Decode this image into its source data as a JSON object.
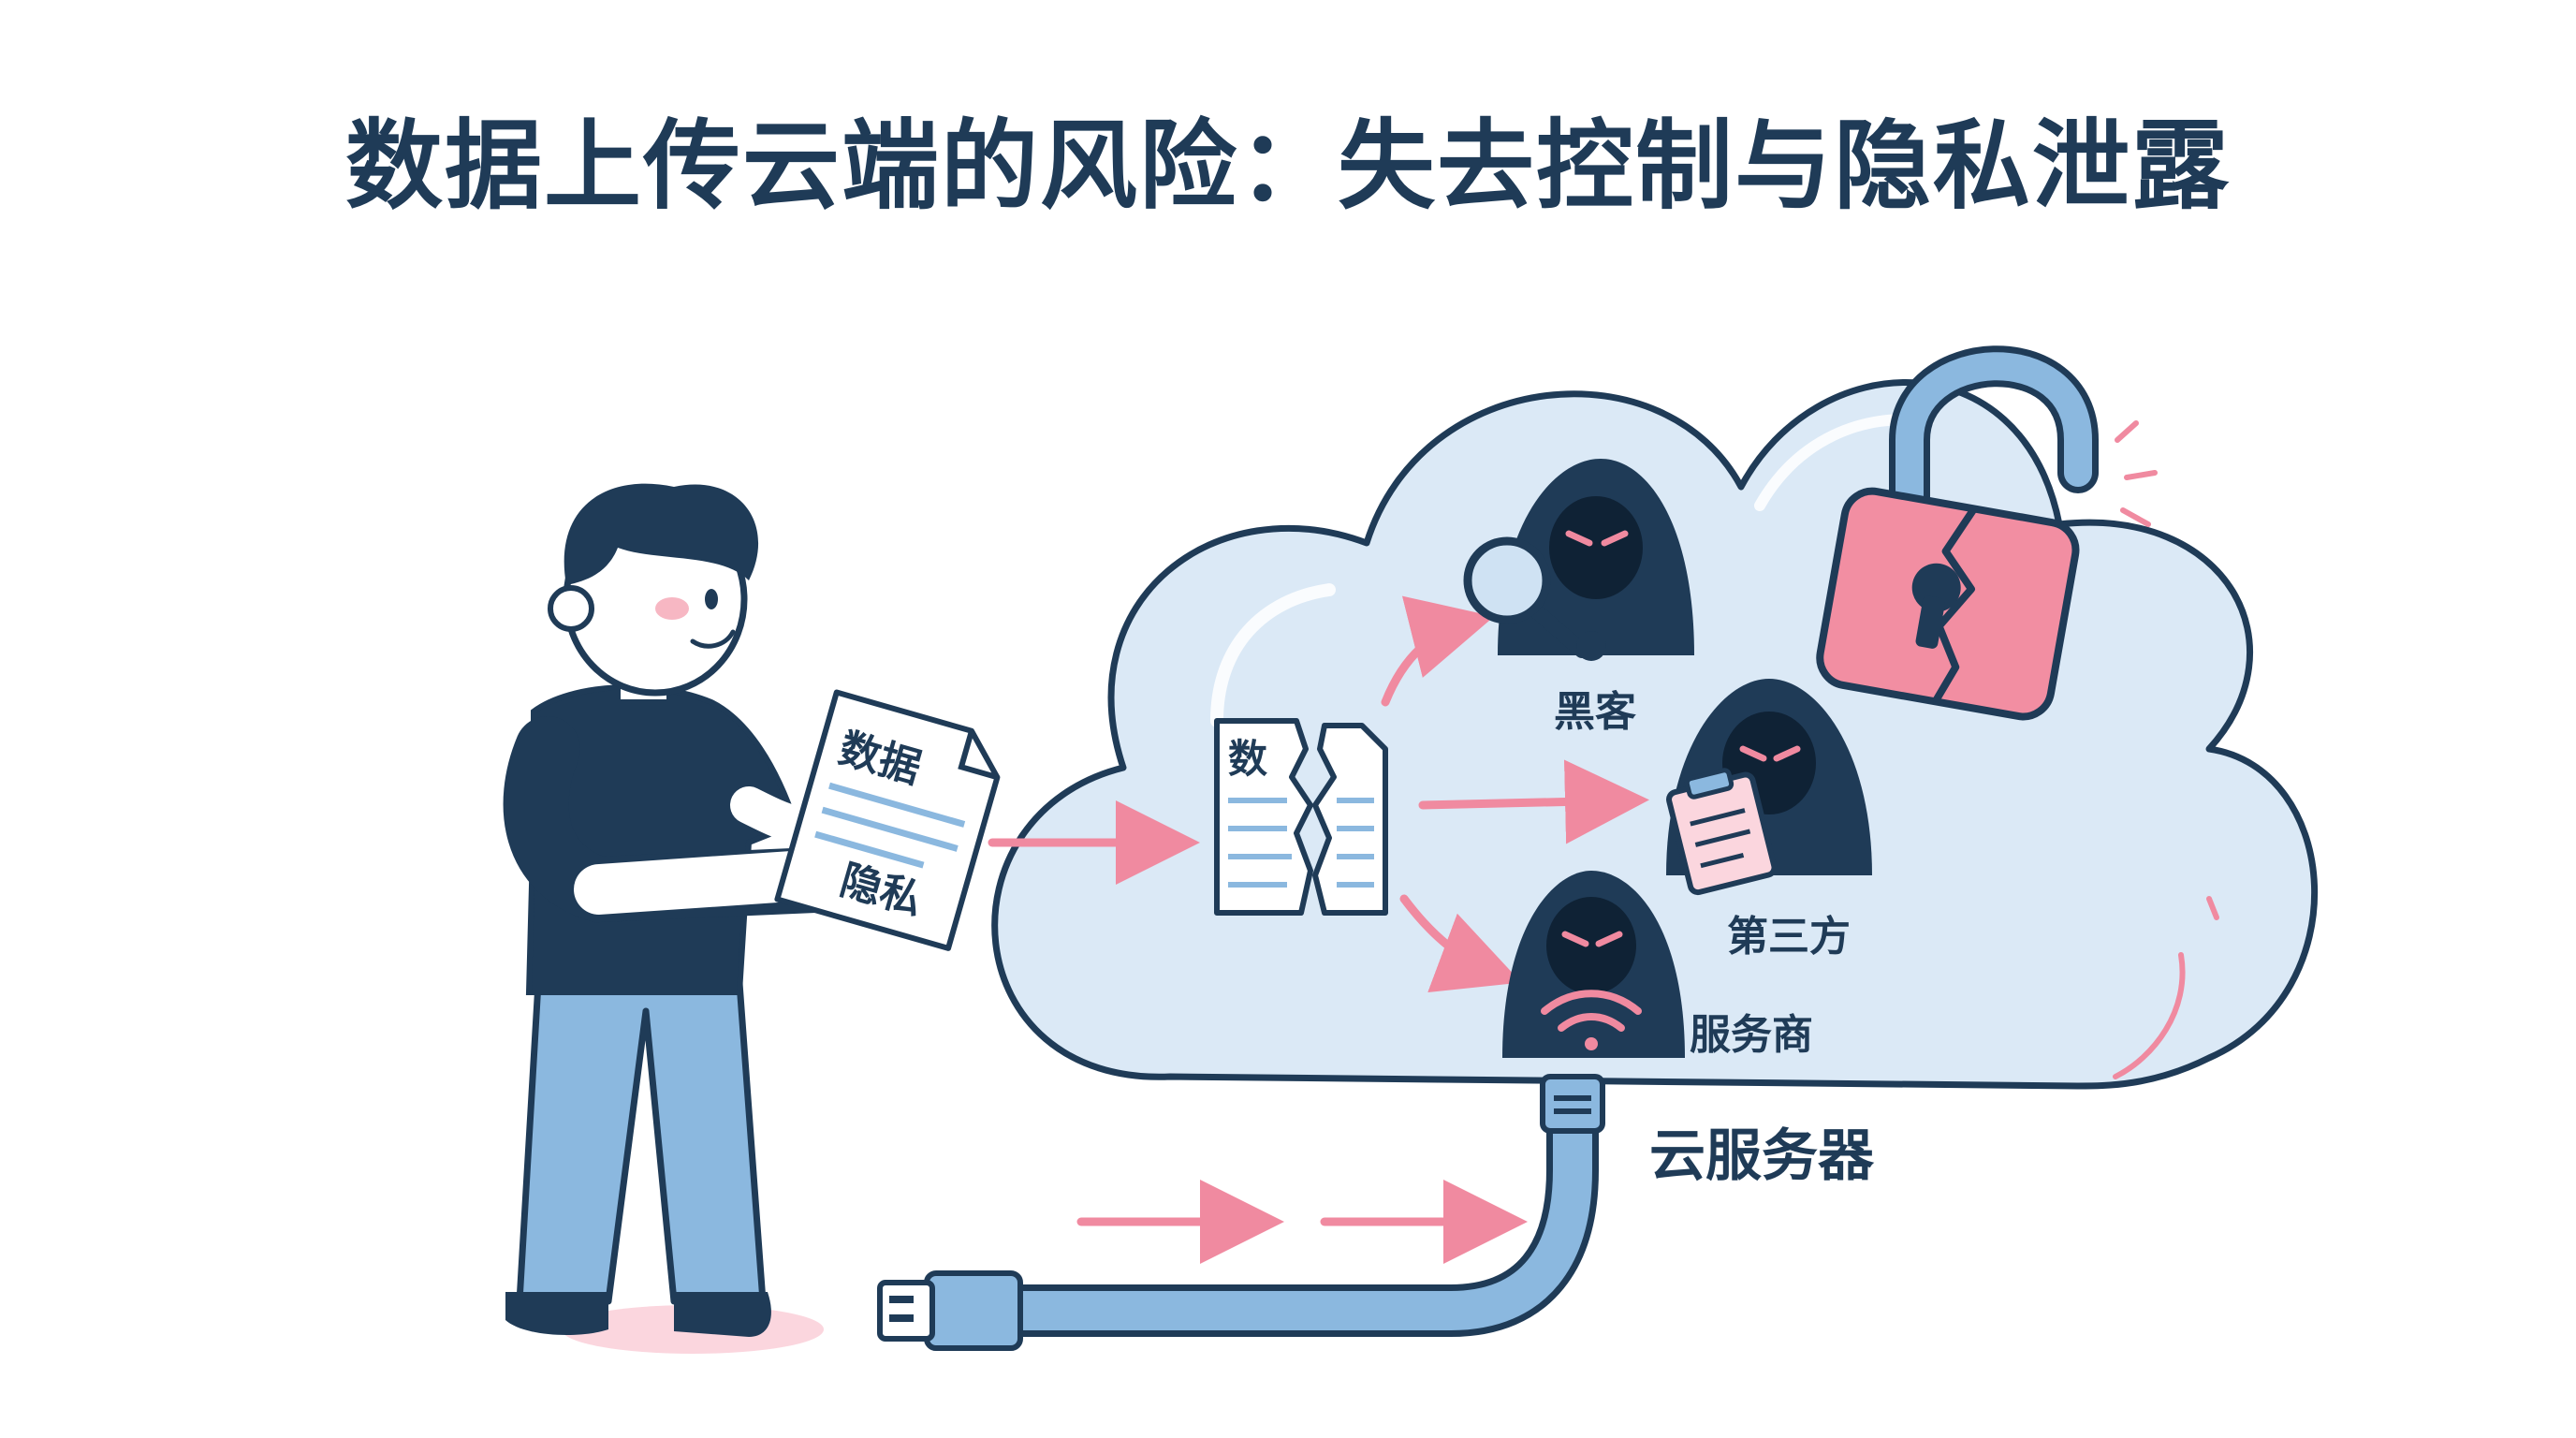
{
  "title": "数据上传云端的风险：失去控制与隐私泄露",
  "document": {
    "line1": "数据",
    "line2": "隐私"
  },
  "torn_document": {
    "char": "数"
  },
  "actors": {
    "hacker": "黑客",
    "third_party": "第三方",
    "provider": "服务商"
  },
  "cloud_label": "云服务器",
  "colors": {
    "navy": "#1f3b57",
    "cloud_fill": "#dbe9f6",
    "pink": "#f08aa0",
    "lock": "#f28ea2",
    "shackle": "#8bb8df"
  }
}
